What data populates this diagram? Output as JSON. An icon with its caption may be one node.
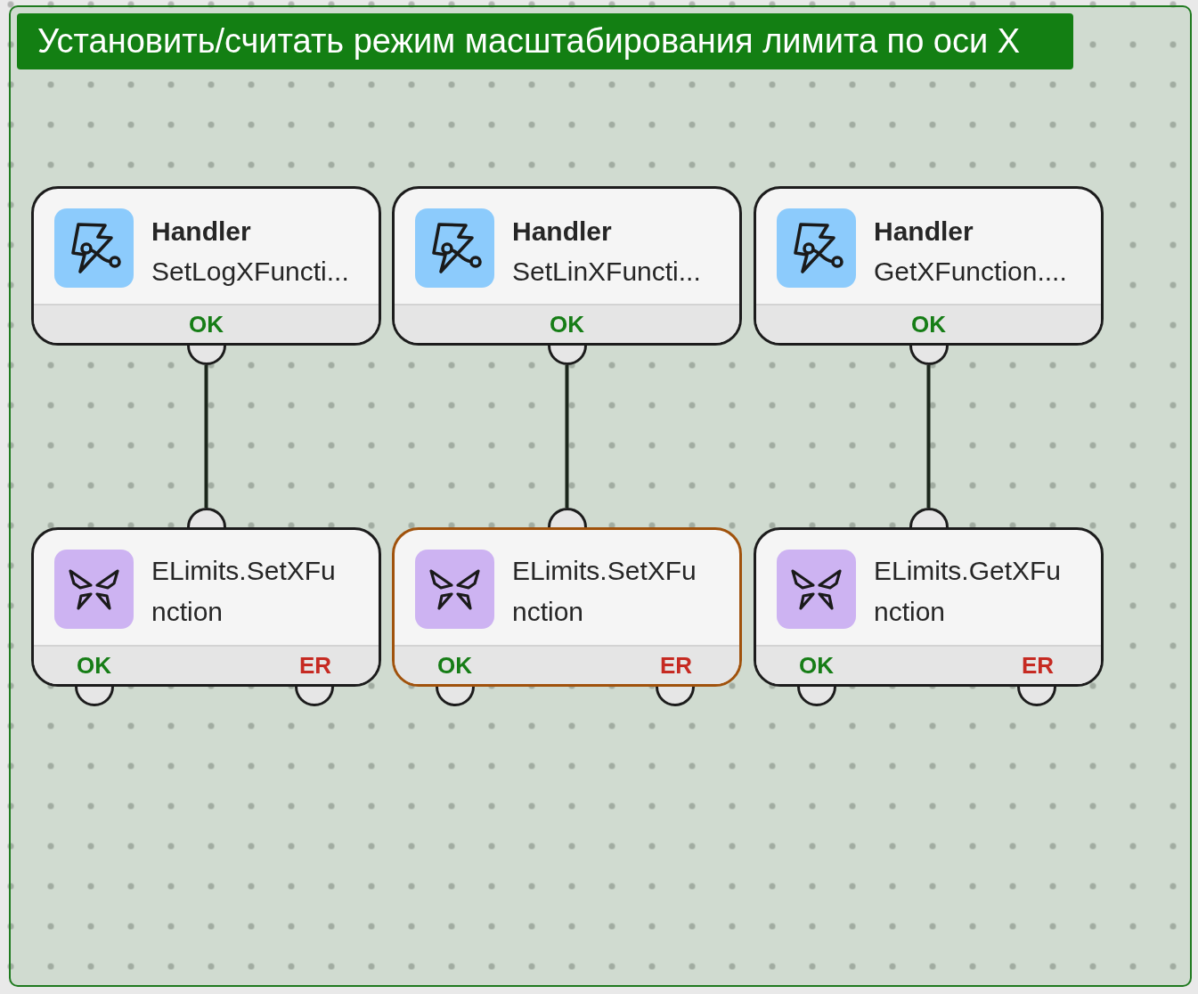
{
  "diagram": {
    "nodes": [
      {
        "text": [
          "Установить/считать режим масштабирования лимита по оси X"
        ]
      },
      {
        "text": [
          "Handler",
          "SetLogXFuncti...",
          "OK"
        ],
        "in": 0
      },
      {
        "text": [
          "Handler",
          "SetLinXFuncti...",
          "OK"
        ],
        "in": 0
      },
      {
        "text": [
          "Handler",
          "GetXFunction....",
          "OK"
        ],
        "in": 0
      },
      {
        "text": [
          "ELimits.SetXFunction",
          "OK",
          "ER"
        ],
        "in": 0
      },
      {
        "text": [
          "ELimits.SetXFunction",
          "OK",
          "ER"
        ],
        "in": 0
      },
      {
        "text": [
          "ELimits.GetXFunction",
          "OK",
          "ER"
        ],
        "in": 0
      }
    ],
    "edges": [
      {
        "from": 1,
        "to": 4,
        "arrow": "none"
      },
      {
        "from": 2,
        "to": 5,
        "arrow": "none"
      },
      {
        "from": 3,
        "to": 6,
        "arrow": "none"
      }
    ]
  }
}
